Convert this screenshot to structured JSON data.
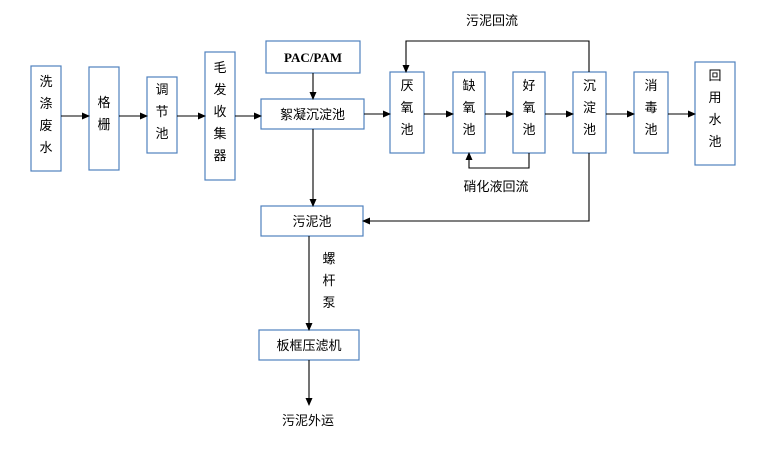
{
  "nodes": {
    "wash_wastewater": "洗涤废水",
    "grille": "格栅",
    "adjust_tank": "调节池",
    "hair_collector": "毛发收集器",
    "pac_pam": "PAC/PAM",
    "flocculation_settling": "絮凝沉淀池",
    "anaerobic": "厌氧池",
    "anoxic": "缺氧池",
    "aerobic": "好氧池",
    "settling": "沉淀池",
    "disinfection": "消毒池",
    "reuse_tank": "回用水池",
    "sludge_tank": "污泥池",
    "filter_press": "板框压滤机"
  },
  "labels": {
    "sludge_return": "污泥回流",
    "nitrate_return": "硝化液回流",
    "screw_pump": "螺杆泵",
    "sludge_out": "污泥外运"
  }
}
